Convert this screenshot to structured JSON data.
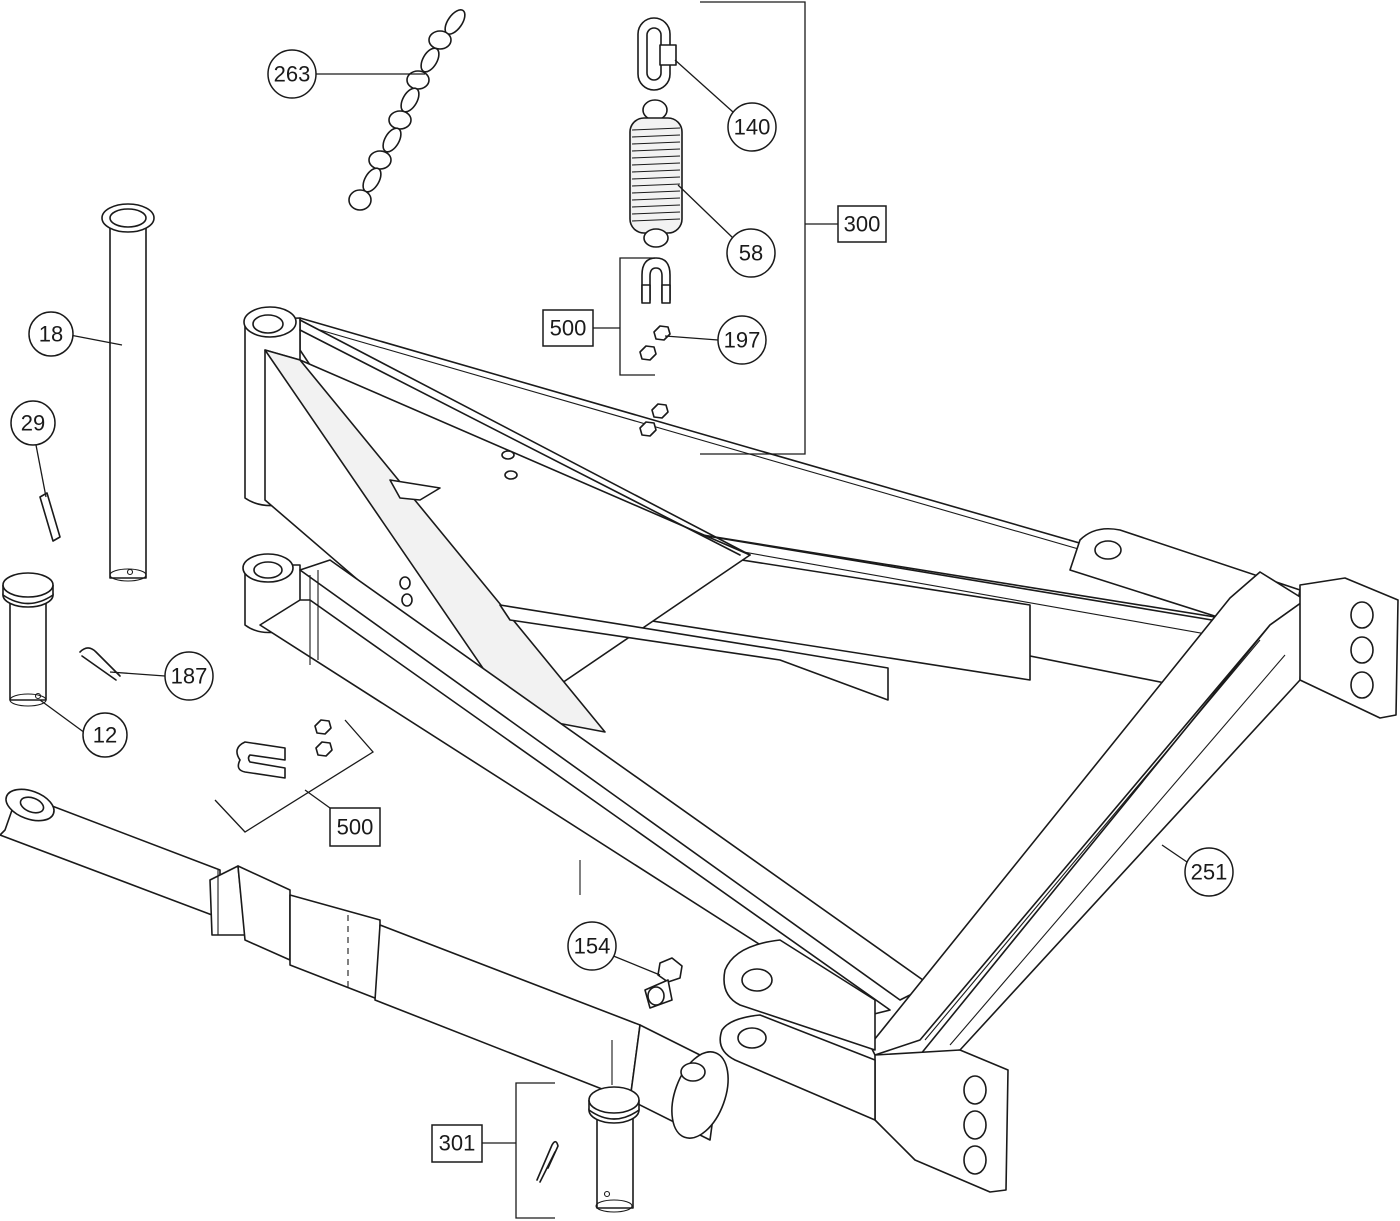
{
  "diagram": {
    "callouts": {
      "c263": "263",
      "c140": "140",
      "c300": "300",
      "c58": "58",
      "c500_top": "500",
      "c197": "197",
      "c18": "18",
      "c29": "29",
      "c187": "187",
      "c12": "12",
      "c500_left": "500",
      "c251": "251",
      "c154": "154",
      "c301": "301"
    }
  }
}
